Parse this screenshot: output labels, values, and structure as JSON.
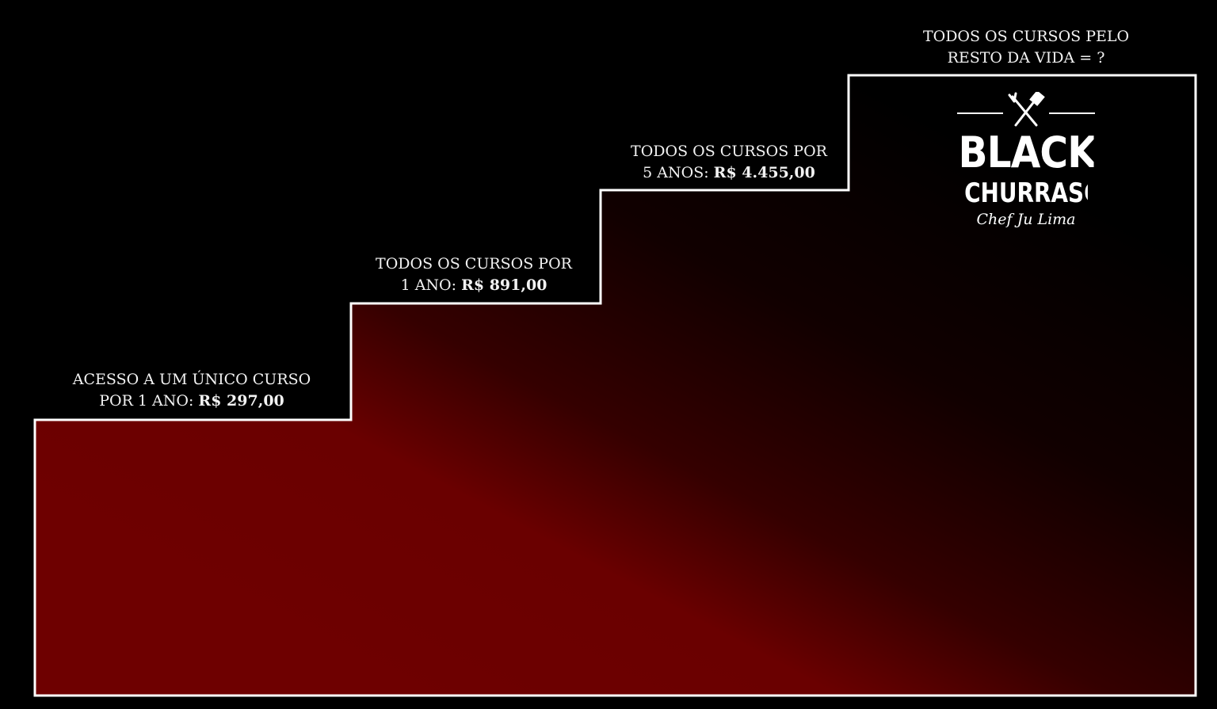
{
  "steps": [
    {
      "line1": "ACESSO A UM ÚNICO CURSO",
      "line2_prefix": "POR 1 ANO: ",
      "price": "R$ 297,00"
    },
    {
      "line1": "TODOS OS CURSOS POR",
      "line2_prefix": "1 ANO: ",
      "price": "R$ 891,00"
    },
    {
      "line1": "TODOS OS CURSOS POR",
      "line2_prefix": "5 ANOS: ",
      "price": "R$ 4.455,00"
    },
    {
      "line1": "TODOS OS CURSOS PELO",
      "line2_prefix": "RESTO DA VIDA = ?",
      "price": ""
    }
  ],
  "logo": {
    "line1": "BLACK",
    "line2": "CHURRASCO",
    "line3": "Chef Ju Lima"
  },
  "colors": {
    "red": "#6e0000",
    "outline": "#ffffff",
    "background": "#000000"
  }
}
